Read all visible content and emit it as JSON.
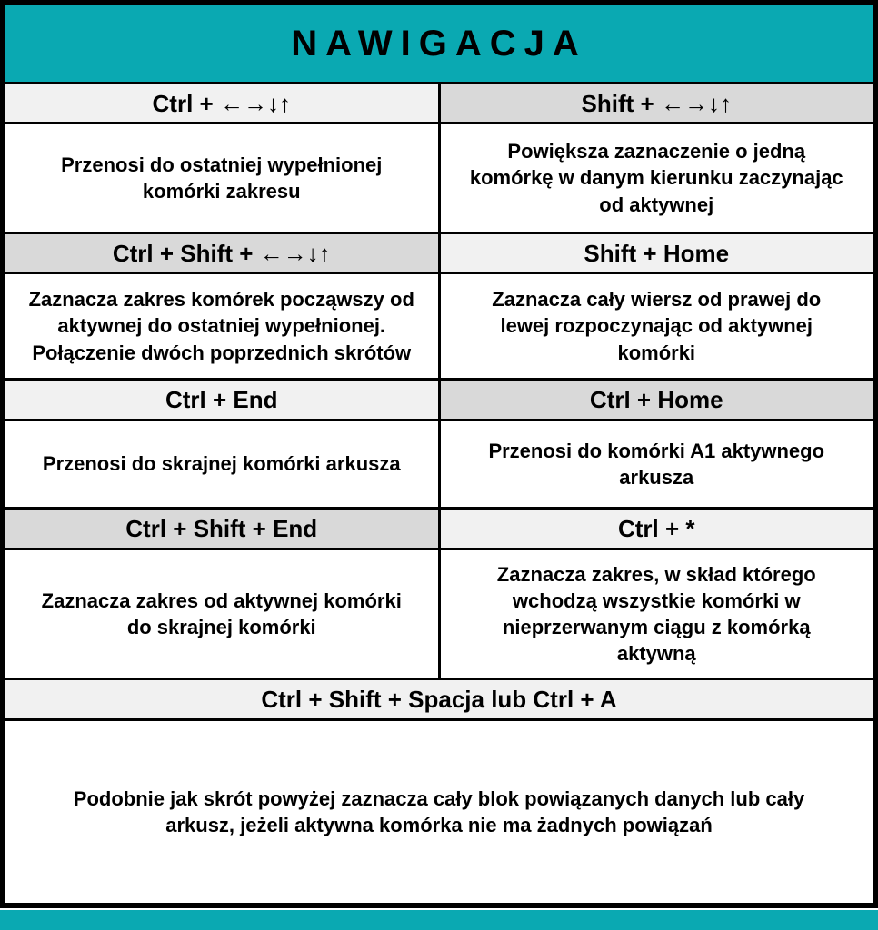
{
  "title": "NAWIGACJA",
  "colors": {
    "header_teal": "#0aa9b2",
    "key_cell_light": "#f1f1f1",
    "key_cell_dark": "#d9d9d9",
    "border_black": "#000000",
    "desc_cell_white": "#ffffff"
  },
  "rows": [
    {
      "left": {
        "keys": "Ctrl + ←→↓↑",
        "desc": "Przenosi do ostatniej wypełnionej\nkomórki zakresu"
      },
      "right": {
        "keys": "Shift + ←→↓↑",
        "desc": "Powiększa zaznaczenie o jedną\nkomórkę w danym kierunku zaczynając\nod aktywnej"
      }
    },
    {
      "left": {
        "keys": "Ctrl + Shift + ←→↓↑",
        "desc": "Zaznacza zakres komórek począwszy od\naktywnej do ostatniej wypełnionej.\nPołączenie dwóch poprzednich skrótów"
      },
      "right": {
        "keys": "Shift + Home",
        "desc": "Zaznacza cały wiersz od prawej do\nlewej rozpoczynając od aktywnej\nkomórki"
      }
    },
    {
      "left": {
        "keys": "Ctrl + End",
        "desc": "Przenosi do skrajnej komórki arkusza"
      },
      "right": {
        "keys": "Ctrl + Home",
        "desc": "Przenosi do komórki A1 aktywnego\narkusza"
      }
    },
    {
      "left": {
        "keys": "Ctrl + Shift + End",
        "desc": "Zaznacza zakres od aktywnej komórki\ndo skrajnej komórki"
      },
      "right": {
        "keys": "Ctrl + *",
        "desc": "Zaznacza zakres, w skład którego\nwchodzą wszystkie komórki w\nnieprzerwanym ciągu z komórką\naktywną"
      }
    }
  ],
  "full_row": {
    "keys": "Ctrl + Shift + Spacja lub Ctrl + A",
    "desc": "Podobnie jak skrót powyżej zaznacza cały blok powiązanych danych lub cały\narkusz, jeżeli aktywna komórka nie ma żadnych powiązań"
  }
}
